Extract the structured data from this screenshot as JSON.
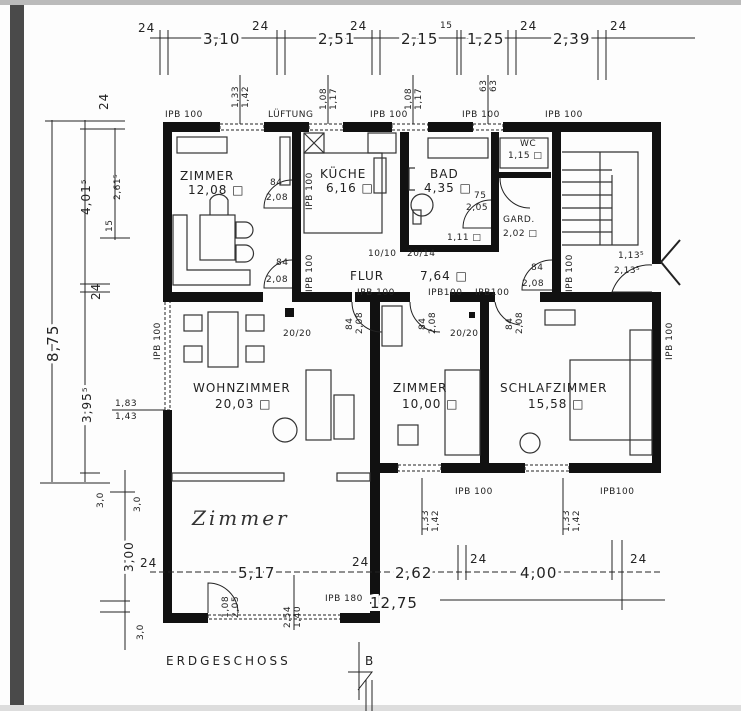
{
  "title": "ERDGESCHOSS",
  "section_mark": "B",
  "dimensions_top": [
    "24",
    "3,10",
    "24",
    "2,51",
    "24",
    "2,15",
    "15",
    "1,25",
    "24",
    "2,39",
    "24"
  ],
  "window_labels_top": [
    [
      "1,33",
      "1,42"
    ],
    [
      "1,08",
      "1,17"
    ],
    [
      "1,08",
      "1,17"
    ],
    [
      "63",
      "63"
    ]
  ],
  "beam_label": "IPB 100",
  "beam_label_compact": "IPB100",
  "beam_label_180": "IPB 180",
  "ventilation_label": "LÜFTUNG",
  "rooms": {
    "zimmer_nw": {
      "name": "ZIMMER",
      "area": "12,08 □"
    },
    "kueche": {
      "name": "KÜCHE",
      "area": "6,16 □"
    },
    "bad": {
      "name": "BAD",
      "area": "4,35 □"
    },
    "wc": {
      "name": "WC",
      "area": "1,15 □"
    },
    "gard": {
      "name": "GARD.",
      "area": "2,02 □"
    },
    "abstell": {
      "area": "1,11 □"
    },
    "flur": {
      "name": "FLUR",
      "area": "7,64 □"
    },
    "wohnzimmer": {
      "name": "WOHNZIMMER",
      "area": "20,03 □"
    },
    "zimmer_mid": {
      "name": "ZIMMER",
      "area": "10,00 □"
    },
    "schlafzimmer": {
      "name": "SCHLAFZIMMER",
      "area": "15,58 □"
    },
    "zimmer_annex": {
      "name": "Zimmer"
    }
  },
  "doors": {
    "d84": "84",
    "d208": "2,08",
    "d75": "75",
    "d205": "2,05",
    "entry_w": "1,13⁵",
    "entry_h": "2,13⁵",
    "bottom_w": "1,08",
    "bottom_h": "2,05"
  },
  "columns": {
    "c1": "20/20",
    "c2": "10/10",
    "c3": "20/14"
  },
  "dimensions_left": {
    "d24a": "24",
    "d4015": "4,01⁵",
    "d2615": "2,61⁵",
    "d15": "15",
    "d24b": "24",
    "d875": "8,75",
    "d3955": "3,95⁵",
    "win_w": "1,83",
    "win_h": "1,43",
    "d30a": "3,0",
    "d30b": "3,0",
    "d300": "3,00",
    "d24c": "24",
    "d30c": "3,0"
  },
  "dimensions_bottom": {
    "d517": "5,17",
    "d24a": "24",
    "d262": "2,62",
    "d24b": "24",
    "d400": "4,00",
    "d24c": "24",
    "d1275": "12,75",
    "win_w": "1,33",
    "win_h": "1,42",
    "door_w": "2,54",
    "door_h": "1,40"
  }
}
